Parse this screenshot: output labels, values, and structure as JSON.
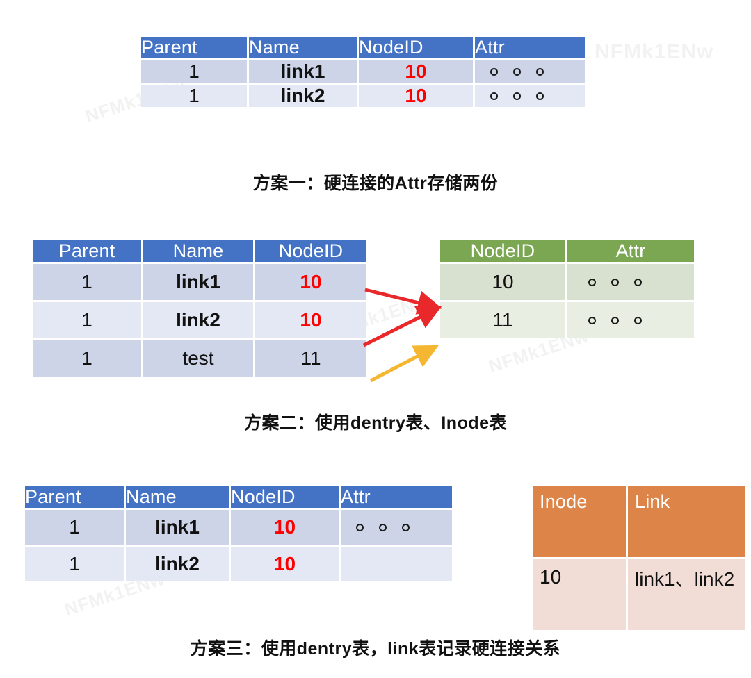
{
  "watermark": "NFMk1ENw",
  "colors": {
    "header_blue": "#4472C4",
    "header_green": "#7BA752",
    "header_orange": "#DD8449",
    "row_blue_dark": "#CED4E8",
    "row_blue_light": "#E3E8F4",
    "row_green_dark": "#D8E1CF",
    "row_green_light": "#E9EEE3",
    "row_orange": "#F2DDD6",
    "highlight_red": "#FF0000",
    "arrow_red": "#E8282B",
    "arrow_yellow": "#F5B731"
  },
  "sections": [
    {
      "id": "scheme-1",
      "caption": "方案一：硬连接的Attr存储两份",
      "dentry_table": {
        "name": "dentry-table",
        "headers": [
          "Parent",
          "Name",
          "NodeID",
          "Attr"
        ],
        "rows": [
          {
            "parent": "1",
            "name": "link1",
            "nodeid": "10",
            "attr": "○ ○ ○"
          },
          {
            "parent": "1",
            "name": "link2",
            "nodeid": "10",
            "attr": "○ ○ ○"
          }
        ]
      }
    },
    {
      "id": "scheme-2",
      "caption": "方案二：使用dentry表、Inode表",
      "dentry_table": {
        "name": "dentry-table",
        "headers": [
          "Parent",
          "Name",
          "NodeID"
        ],
        "rows": [
          {
            "parent": "1",
            "name": "link1",
            "nodeid": "10"
          },
          {
            "parent": "1",
            "name": "link2",
            "nodeid": "10"
          },
          {
            "parent": "1",
            "name": "test",
            "nodeid": "11"
          }
        ]
      },
      "inode_table": {
        "name": "inode-table",
        "headers": [
          "NodeID",
          "Attr"
        ],
        "rows": [
          {
            "nodeid": "10",
            "attr": "○ ○ ○"
          },
          {
            "nodeid": "11",
            "attr": "○ ○ ○"
          }
        ]
      },
      "arrows": [
        {
          "from": "link1-nodeid",
          "to": "inode-10",
          "color": "#E8282B"
        },
        {
          "from": "link2-nodeid",
          "to": "inode-10",
          "color": "#E8282B"
        },
        {
          "from": "test-nodeid",
          "to": "inode-11",
          "color": "#F5B731"
        }
      ]
    },
    {
      "id": "scheme-3",
      "caption": "方案三：使用dentry表，link表记录硬连接关系",
      "dentry_table": {
        "name": "dentry-table",
        "headers": [
          "Parent",
          "Name",
          "NodeID",
          "Attr"
        ],
        "rows": [
          {
            "parent": "1",
            "name": "link1",
            "nodeid": "10",
            "attr": "○ ○ ○"
          },
          {
            "parent": "1",
            "name": "link2",
            "nodeid": "10",
            "attr": ""
          }
        ]
      },
      "link_table": {
        "name": "link-table",
        "headers": [
          "Inode",
          "Link"
        ],
        "rows": [
          {
            "inode": "10",
            "link": "link1、link2"
          }
        ]
      }
    }
  ]
}
